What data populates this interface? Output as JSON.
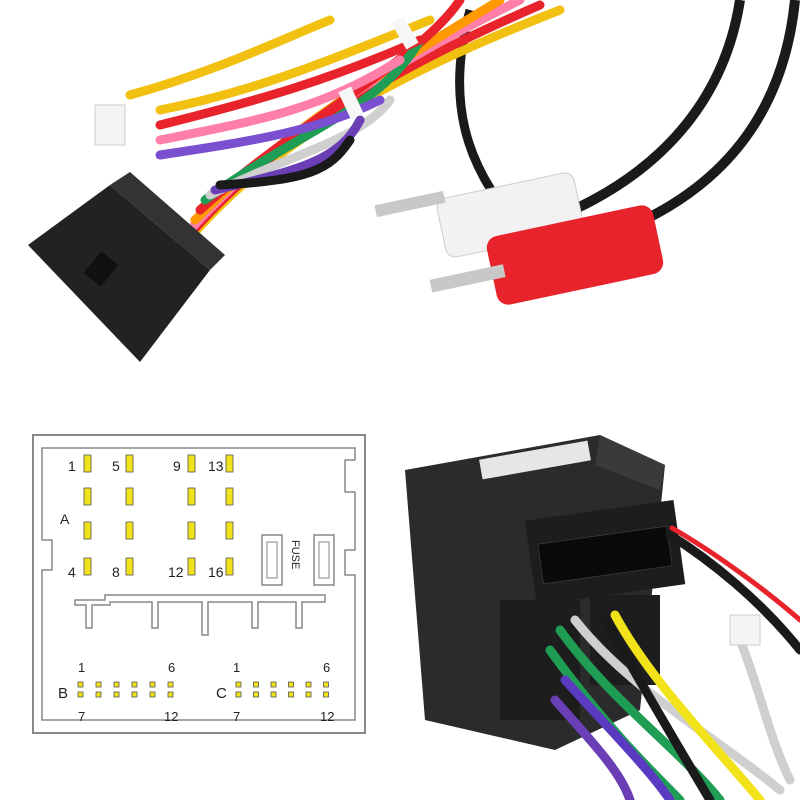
{
  "pinout": {
    "block_a": {
      "label": "A",
      "top_numbers": [
        "1",
        "5",
        "9",
        "13"
      ],
      "bottom_numbers": [
        "4",
        "8",
        "12",
        "16"
      ]
    },
    "fuse_label": "FUSE",
    "block_b": {
      "label": "B",
      "top_left": "1",
      "top_right": "6",
      "bottom_left": "7",
      "bottom_right": "12"
    },
    "block_c": {
      "label": "C",
      "top_left": "1",
      "top_right": "6",
      "bottom_left": "7",
      "bottom_right": "12"
    }
  },
  "colors": {
    "pin": "#f2e21a",
    "outline": "#888888",
    "connector_body": "#2a2a2a",
    "rca_red": "#e8232b",
    "rca_white": "#f2f2f2"
  }
}
